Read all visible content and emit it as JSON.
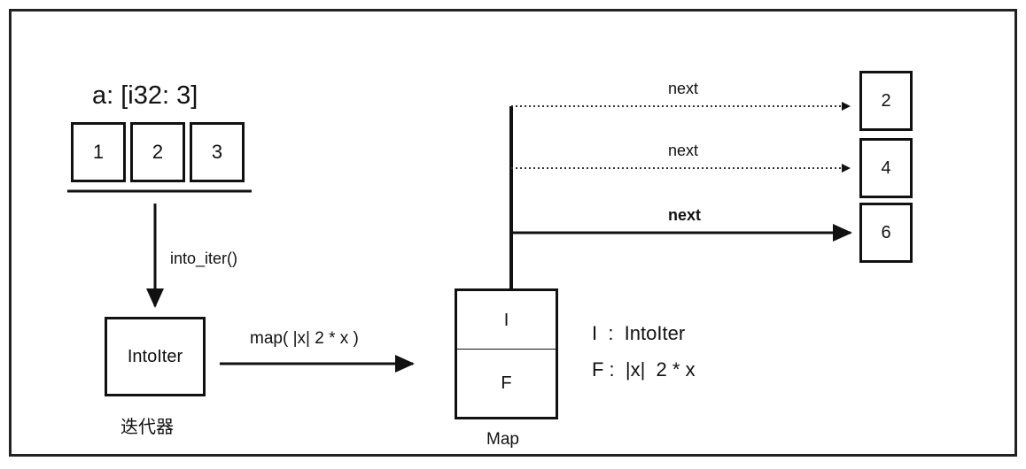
{
  "array": {
    "label": "a: [i32: 3]",
    "cells": [
      "1",
      "2",
      "3"
    ]
  },
  "arrows": {
    "into_iter": "into_iter()",
    "map": "map( |x|  2 * x )"
  },
  "intoiter": {
    "label": "IntoIter",
    "caption": "迭代器"
  },
  "map_box": {
    "top": "I",
    "bottom": "F",
    "caption": "Map"
  },
  "legend": {
    "line1": "I  :  IntoIter",
    "line2": "F :  |x|  2 * x"
  },
  "next_calls": [
    {
      "label": "next",
      "value": "2",
      "style": "dotted"
    },
    {
      "label": "next",
      "value": "4",
      "style": "dotted"
    },
    {
      "label": "next",
      "value": "6",
      "style": "solid-bold"
    }
  ]
}
